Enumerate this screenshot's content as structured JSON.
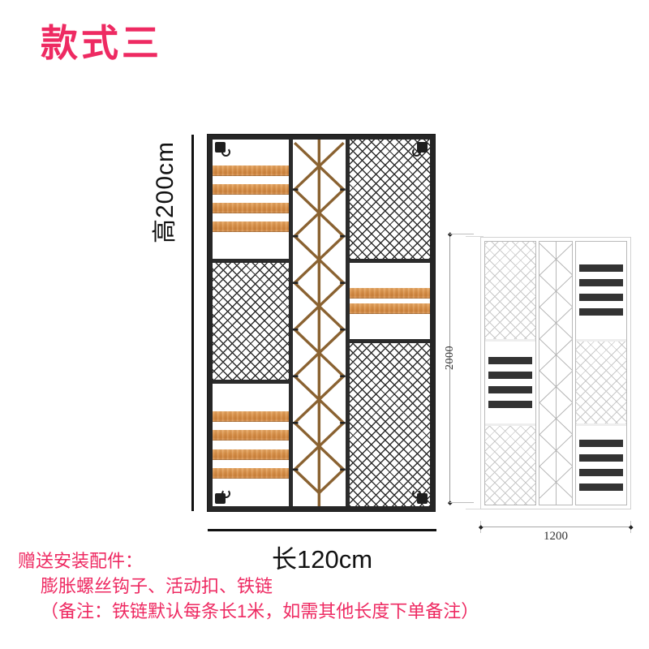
{
  "title": "款式三",
  "theme": {
    "accent_pink": "#ee2a62",
    "wood": "#d9924b",
    "frame_black": "#2b2b2b",
    "mesh_gray": "#2e2e2e",
    "schematic_gray": "#c9c9c9"
  },
  "dimensions": {
    "height_label": "高200cm",
    "length_label": "长120cm",
    "height_mm": "2000",
    "width_mm": "1200"
  },
  "render": {
    "columns": [
      {
        "name": "left-column",
        "cells": [
          {
            "type": "wood",
            "slats": 4
          },
          {
            "type": "mesh"
          },
          {
            "type": "wood",
            "slats": 4
          }
        ]
      },
      {
        "name": "center-column",
        "cells": [
          {
            "type": "lattice"
          }
        ]
      },
      {
        "name": "right-column",
        "cells": [
          {
            "type": "mesh"
          },
          {
            "type": "wood",
            "slats": 2
          },
          {
            "type": "mesh"
          }
        ]
      }
    ],
    "hooks": [
      "top-left",
      "top-right",
      "bottom-left",
      "bottom-right"
    ]
  },
  "schematic": {
    "columns": [
      {
        "name": "left-column",
        "cells": [
          {
            "type": "mesh"
          },
          {
            "type": "wood",
            "slats": 4
          },
          {
            "type": "mesh"
          }
        ]
      },
      {
        "name": "center-column",
        "cells": [
          {
            "type": "lattice"
          }
        ]
      },
      {
        "name": "right-column",
        "cells": [
          {
            "type": "wood",
            "slats": 4
          },
          {
            "type": "mesh"
          },
          {
            "type": "wood",
            "slats": 4
          }
        ]
      }
    ]
  },
  "notes": {
    "line1": "赠送安装配件：",
    "line2": "膨胀螺丝钩子、活动扣、铁链",
    "line3": "（备注：铁链默认每条长1米，如需其他长度下单备注）"
  }
}
